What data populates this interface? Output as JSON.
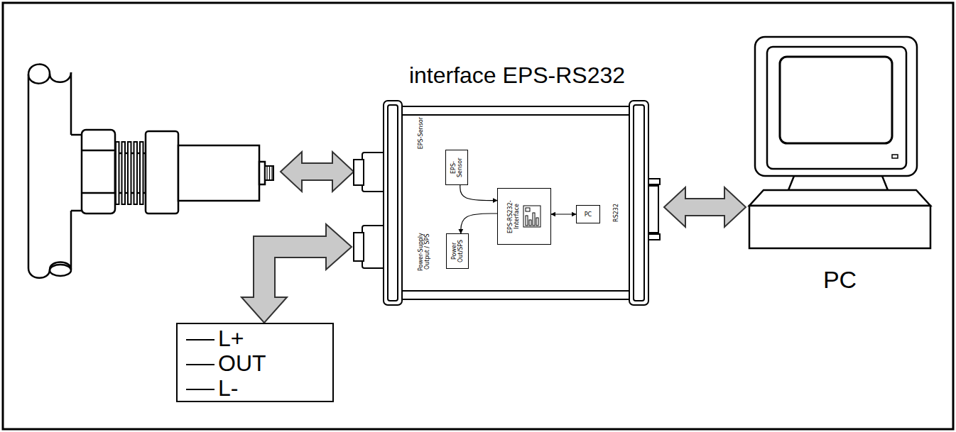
{
  "diagram": {
    "nodes": [
      {
        "text": [
          "interface EPS-RS232"
        ]
      },
      {
        "text": [
          "EPS-Sensor"
        ],
        "in": 0
      },
      {
        "text": [
          "EPS-RS232-Interface"
        ],
        "in": 0
      },
      {
        "text": [
          "PC"
        ],
        "in": 0
      },
      {
        "text": [
          "Power Out/SPS"
        ],
        "in": 0
      },
      {
        "text": [
          "PC"
        ]
      },
      {
        "text": [
          "L+",
          "OUT",
          "L-"
        ]
      }
    ],
    "edges": [
      {
        "from": 1,
        "to": 2,
        "arrow": "to"
      },
      {
        "from": 2,
        "to": 4,
        "arrow": "to"
      },
      {
        "from": 2,
        "to": 3,
        "arrow": "both"
      },
      {
        "from": 0,
        "to": 5,
        "arrow": "both"
      },
      {
        "from": 0,
        "to": 6,
        "arrow": "both"
      }
    ],
    "labels": [
      "EPS-Sensor",
      "Power-Supply Output / SPS",
      "RS232"
    ]
  }
}
